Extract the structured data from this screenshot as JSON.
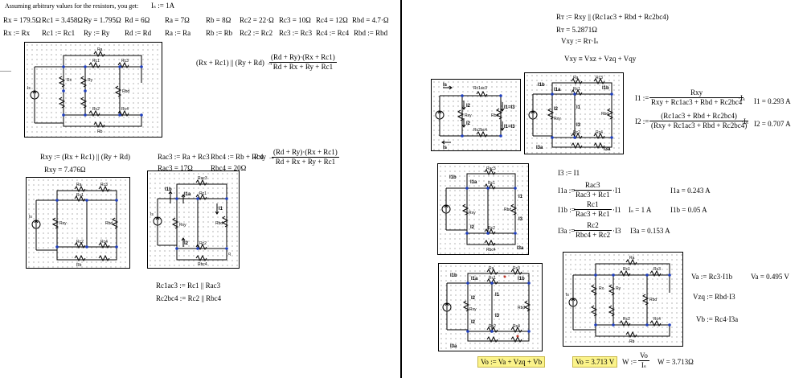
{
  "left": {
    "intro": "Assuming arbitrary values for the resistors, you get:",
    "is_def": "Iₛ := 1A",
    "values": [
      "Rx = 179.5Ω",
      "Rc1 = 3.458Ω",
      "Ry = 1.795Ω",
      "Rd = 6Ω",
      "Ra = 7Ω",
      "Rb = 8Ω",
      "Rc2 = 22·Ω",
      "Rc3 = 10Ω",
      "Rc4 = 12Ω",
      "Rbd = 4.7·Ω"
    ],
    "defs": [
      "Rx := Rx",
      "Rc1 := Rc1",
      "Ry := Ry",
      "Rd := Rd",
      "Ra := Ra",
      "Rb := Rb",
      "Rc2 := Rc2",
      "Rc3 := Rc3",
      "Rc4 := Rc4",
      "Rbd := Rbd"
    ],
    "eq1_lhs": "(Rx + Rc1) || (Ry + Rd) →",
    "eq1_num": "(Rd + Ry)·(Rx + Rc1)",
    "eq1_den": "Rd + Rx + Ry + Rc1",
    "rxy_def": "Rxy := (Rx + Rc1) || (Ry + Rd)",
    "rxy_val": "Rxy = 7.476Ω",
    "rac3_def": "Rac3 := Ra + Rc3",
    "rac3_val": "Rac3 = 17Ω",
    "rbc4_def": "Rbc4 := Rb + Rc4",
    "rbc4_val": "Rbc4 = 20Ω",
    "rxy_arrow": "Rxy →",
    "rxy_num": "(Rd + Ry)·(Rx + Rc1)",
    "rxy_den": "Rd + Rx + Ry + Rc1",
    "rc1ac3": "Rc1ac3 := Rc1 || Rac3",
    "rc2bc4": "Rc2bc4 := Rc2 || Rbc4"
  },
  "right": {
    "rt_def": "Rᴛ := Rxy || (Rc1ac3 + Rbd + Rc2bc4)",
    "rt_val": "Rᴛ = 5.2871Ω",
    "vxy_def": "Vxy := Rᴛ·Iₛ",
    "vxy_eq": "Vxy ≡ Vxz + Vzq + Vqy",
    "i1_lhs": "I1 :=",
    "i1_num": "Rxy",
    "i1_den": "Rxy + Rc1ac3 + Rbd + Rc2bc4",
    "i1_tail": "·Iₛ",
    "i1_val": "I1 = 0.293 A",
    "i2_lhs": "I2 :=",
    "i2_num": "(Rc1ac3 + Rbd + Rc2bc4)",
    "i2_den": "(Rxy + Rc1ac3 + Rbd + Rc2bc4)",
    "i2_tail": "·Iₛ",
    "i2_val": "I2 = 0.707 A",
    "i3_def": "I3 := I1",
    "i1a_lhs": "I1a :=",
    "i1a_num": "Rac3",
    "i1a_den": "Rac3 + Rc1",
    "i1a_tail": "·I1",
    "i1a_val": "I1a = 0.243 A",
    "i1b_lhs": "I1b :=",
    "i1b_num": "Rc1",
    "i1b_den": "Rac3 + Rc1",
    "i1b_tail": "·I1",
    "i1b_is": "Iₛ = 1 A",
    "i1b_val": "I1b = 0.05 A",
    "i3a_lhs": "I3a :=",
    "i3a_num": "Rc2",
    "i3a_den": "Rbc4 + Rc2",
    "i3a_tail": "·I3",
    "i3a_val": "I3a = 0.153 A",
    "va_def": "Va := Rc3·I1b",
    "va_val": "Va = 0.495 V",
    "vzq_def": "Vzq := Rbd·I3",
    "vb_def": "Vb := Rc4·I3a",
    "vo_def": "Vo := Va + Vzq + Vb",
    "vo_val": "Vo = 3.713 V",
    "w_lhs": "W :=",
    "w_num": "Vo",
    "w_den": "Iₛ",
    "w_val": "W = 3.713Ω"
  },
  "circuit_labels": {
    "ra": "Ra",
    "rb": "Rb",
    "rx": "Rx",
    "ry": "Ry",
    "rbd": "Rbd",
    "rc1": "Rc1",
    "rc2": "Rc2",
    "rc3": "Rc3",
    "rc4": "Rc4",
    "rxy": "Rxy",
    "rac3": "Rac3",
    "rbc4": "Rbc4",
    "is": "Is",
    "rc1ac3": "Rc1ac3",
    "rc2bc4": "Rc2bc4",
    "i1": "I1",
    "i2": "I2",
    "i3": "I3",
    "i1a": "I1a",
    "i1b": "I1b",
    "i3a": "I3a",
    "i1_eq_i3": "I1=I3",
    "q": "q"
  },
  "colors": {
    "highlight": "#fbf38a",
    "wire": "#000000",
    "node": "#1f3fbf",
    "grid": "#b8b8b8"
  }
}
